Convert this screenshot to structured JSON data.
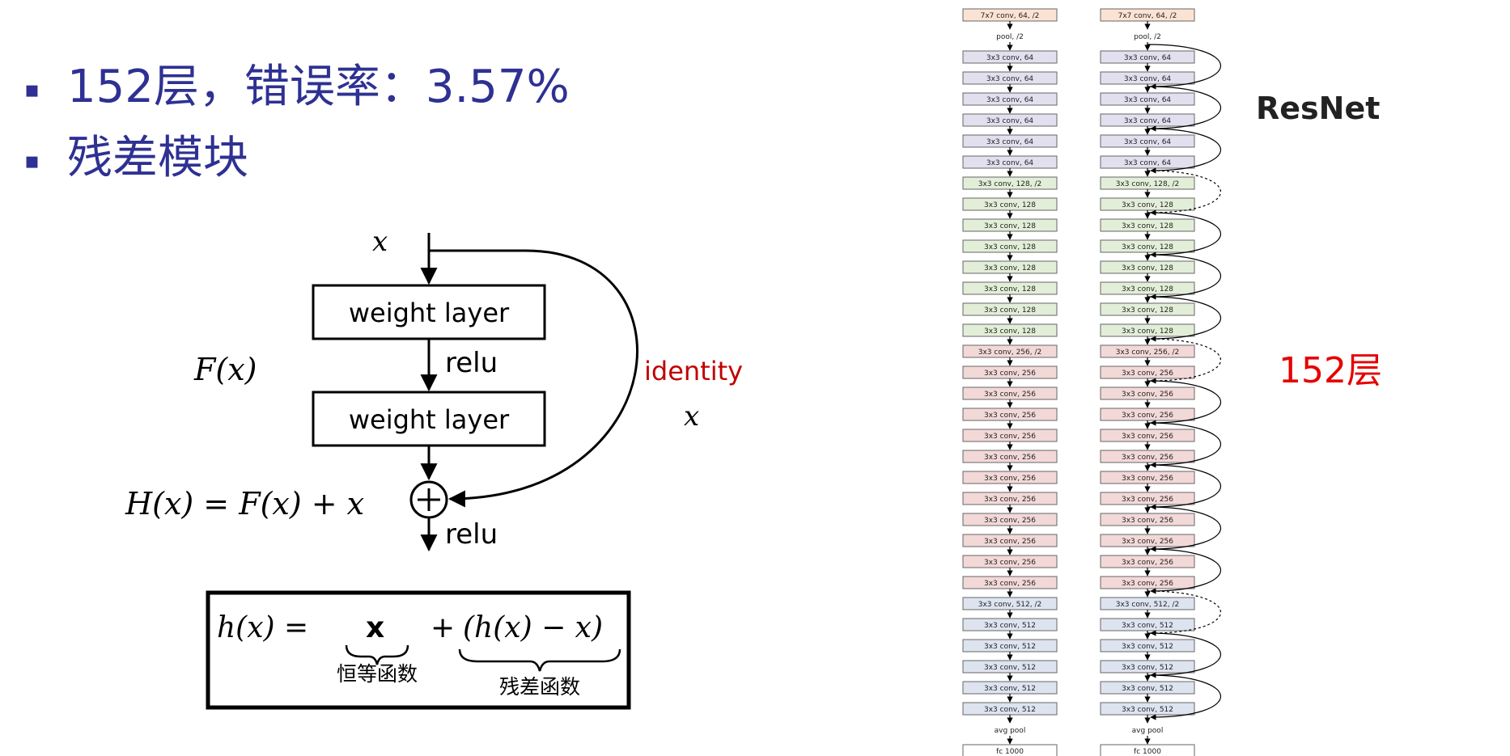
{
  "bullets": [
    {
      "text": "152层，错误率：3.57%"
    },
    {
      "text": "残差模块"
    }
  ],
  "block": {
    "input": "x",
    "layer1": "weight layer",
    "relu_mid": "relu",
    "layer2": "weight layer",
    "relu_out": "relu",
    "fx": "F(x)",
    "identity": "identity",
    "identity_x": "x",
    "hx": "H(x) = F(x) + x",
    "plus": "+",
    "colors": {
      "identity": "#c00000"
    }
  },
  "formula": {
    "lhs": "h(x) =",
    "x": "x",
    "plus": "+",
    "residual": "(h(x) − x)",
    "x_label": "恒等函数",
    "residual_label": "残差函数"
  },
  "network": {
    "title": "ResNet",
    "depth_label": "152层",
    "colors": {
      "orange": "#fbe3d4",
      "purple": "#e2e0ef",
      "green": "#e3eed8",
      "red": "#f3d8d8",
      "blue": "#dde4f0",
      "white": "#ffffff",
      "red_text": "#e60000"
    },
    "layers": [
      {
        "label": "7x7 conv, 64, /2",
        "color": "orange",
        "box": true
      },
      {
        "label": "pool, /2",
        "color": "white",
        "box": false
      },
      {
        "label": "3x3 conv, 64",
        "color": "purple",
        "box": true
      },
      {
        "label": "3x3 conv, 64",
        "color": "purple",
        "box": true
      },
      {
        "label": "3x3 conv, 64",
        "color": "purple",
        "box": true
      },
      {
        "label": "3x3 conv, 64",
        "color": "purple",
        "box": true
      },
      {
        "label": "3x3 conv, 64",
        "color": "purple",
        "box": true
      },
      {
        "label": "3x3 conv, 64",
        "color": "purple",
        "box": true
      },
      {
        "label": "3x3 conv, 128, /2",
        "color": "green",
        "box": true
      },
      {
        "label": "3x3 conv, 128",
        "color": "green",
        "box": true
      },
      {
        "label": "3x3 conv, 128",
        "color": "green",
        "box": true
      },
      {
        "label": "3x3 conv, 128",
        "color": "green",
        "box": true
      },
      {
        "label": "3x3 conv, 128",
        "color": "green",
        "box": true
      },
      {
        "label": "3x3 conv, 128",
        "color": "green",
        "box": true
      },
      {
        "label": "3x3 conv, 128",
        "color": "green",
        "box": true
      },
      {
        "label": "3x3 conv, 128",
        "color": "green",
        "box": true
      },
      {
        "label": "3x3 conv, 256, /2",
        "color": "red",
        "box": true
      },
      {
        "label": "3x3 conv, 256",
        "color": "red",
        "box": true
      },
      {
        "label": "3x3 conv, 256",
        "color": "red",
        "box": true
      },
      {
        "label": "3x3 conv, 256",
        "color": "red",
        "box": true
      },
      {
        "label": "3x3 conv, 256",
        "color": "red",
        "box": true
      },
      {
        "label": "3x3 conv, 256",
        "color": "red",
        "box": true
      },
      {
        "label": "3x3 conv, 256",
        "color": "red",
        "box": true
      },
      {
        "label": "3x3 conv, 256",
        "color": "red",
        "box": true
      },
      {
        "label": "3x3 conv, 256",
        "color": "red",
        "box": true
      },
      {
        "label": "3x3 conv, 256",
        "color": "red",
        "box": true
      },
      {
        "label": "3x3 conv, 256",
        "color": "red",
        "box": true
      },
      {
        "label": "3x3 conv, 256",
        "color": "red",
        "box": true
      },
      {
        "label": "3x3 conv, 512, /2",
        "color": "blue",
        "box": true
      },
      {
        "label": "3x3 conv, 512",
        "color": "blue",
        "box": true
      },
      {
        "label": "3x3 conv, 512",
        "color": "blue",
        "box": true
      },
      {
        "label": "3x3 conv, 512",
        "color": "blue",
        "box": true
      },
      {
        "label": "3x3 conv, 512",
        "color": "blue",
        "box": true
      },
      {
        "label": "3x3 conv, 512",
        "color": "blue",
        "box": true
      },
      {
        "label": "avg pool",
        "color": "white",
        "box": false
      },
      {
        "label": "fc 1000",
        "color": "white",
        "box": true
      }
    ]
  }
}
